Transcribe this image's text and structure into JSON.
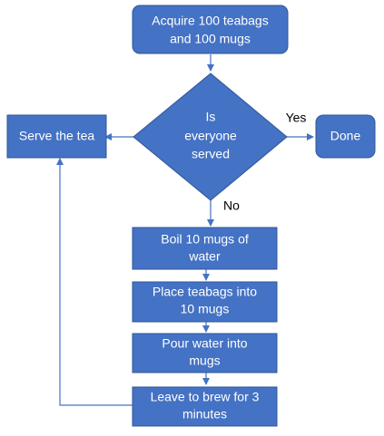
{
  "diagram": {
    "nodes": {
      "acquire": {
        "line1": "Acquire 100 teabags",
        "line2": "and 100 mugs"
      },
      "decision": {
        "line1": "Is",
        "line2": "everyone",
        "line3": "served"
      },
      "serve": {
        "label": "Serve the tea"
      },
      "done": {
        "label": "Done"
      },
      "boil": {
        "line1": "Boil 10 mugs of",
        "line2": "water"
      },
      "place": {
        "line1": "Place teabags into",
        "line2": "10 mugs"
      },
      "pour": {
        "line1": "Pour water into",
        "line2": "mugs"
      },
      "leave": {
        "line1": "Leave to brew for 3",
        "line2": "minutes"
      }
    },
    "edge_labels": {
      "yes": "Yes",
      "no": "No"
    },
    "colors": {
      "node_fill": "#4472C4",
      "node_border": "#2F5597",
      "connector": "#4472C4",
      "text": "#FFFFFF"
    }
  }
}
